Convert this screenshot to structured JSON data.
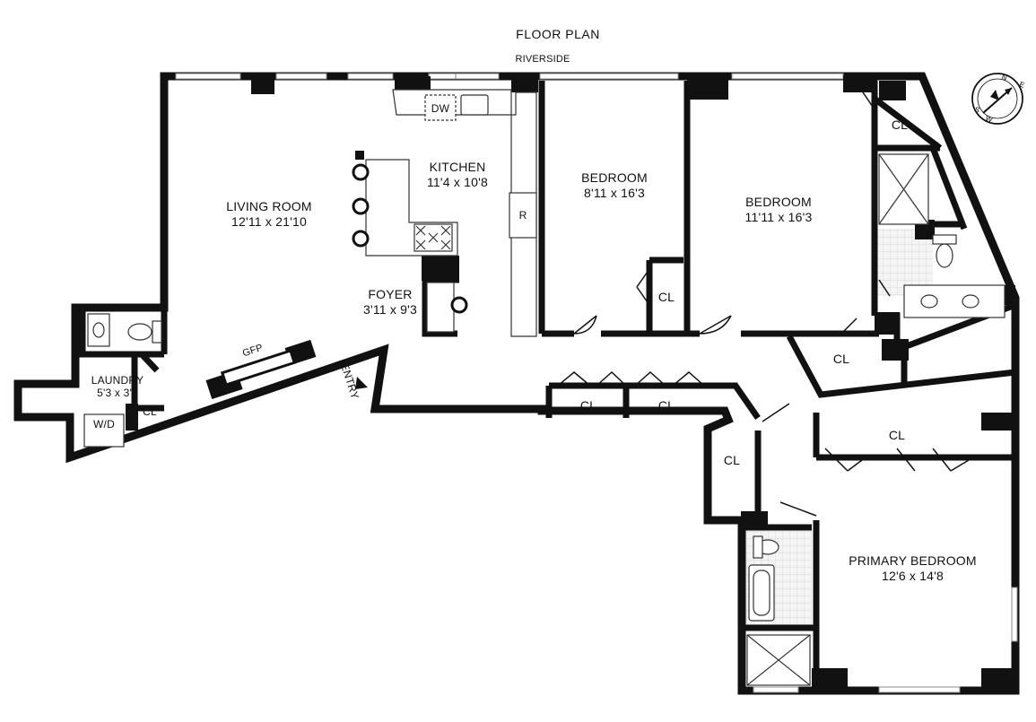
{
  "title": "FLOOR PLAN",
  "street": "RIVERSIDE",
  "rooms": [
    {
      "id": "living",
      "name": "LIVING ROOM",
      "dims": "12'11 x 21'10"
    },
    {
      "id": "kitchen",
      "name": "KITCHEN",
      "dims": "11'4 x 10'8"
    },
    {
      "id": "bedroom1",
      "name": "BEDROOM",
      "dims": "8'11 x 16'3"
    },
    {
      "id": "bedroom2",
      "name": "BEDROOM",
      "dims": "11'11 x 16'3"
    },
    {
      "id": "foyer",
      "name": "FOYER",
      "dims": "3'11 x 9'3"
    },
    {
      "id": "laundry",
      "name": "LAUNDRY",
      "dims": "5'3 x 3'5"
    },
    {
      "id": "primary",
      "name": "PRIMARY BEDROOM",
      "dims": "12'6 x 14'8"
    }
  ],
  "closet_label": "CL",
  "fixtures": {
    "dishwasher": "DW",
    "refrigerator": "R",
    "washer_dryer": "W/D",
    "gas_fireplace": "GFP"
  },
  "entry_label": "ENTRY",
  "compass": {
    "letters": [
      "N",
      "E",
      "S",
      "W"
    ]
  },
  "colors": {
    "wall": "#111111",
    "floor_tile": "#eeeeee",
    "window": "#888888"
  }
}
